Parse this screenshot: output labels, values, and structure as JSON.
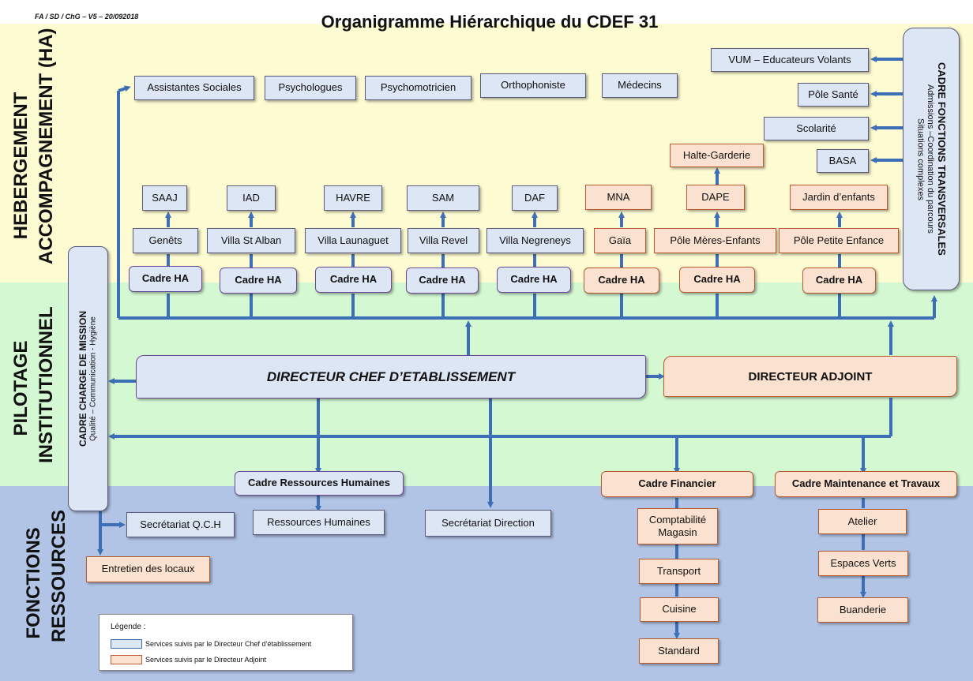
{
  "header": {
    "ref": "FA / SD / ChG – V5 – 20/092018",
    "title": "Organigramme Hiérarchique du CDEF 31"
  },
  "zones": {
    "ha_line1": "HEBERGEMENT",
    "ha_line2": "ACCOMPAGNEMENT (HA)",
    "pi_line1": "PILOTAGE",
    "pi_line2": "INSTITUTIONNEL",
    "fr_line1": "FONCTIONS",
    "fr_line2": "RESSOURCES"
  },
  "top_services": [
    "Assistantes Sociales",
    "Psychologues",
    "Psychomotricien",
    "Orthophoniste",
    "Médecins"
  ],
  "transversal": {
    "title": "CADRE FONCTIONS TRANSVERSALES",
    "sub1": "Admissions –Coordination du parcours",
    "sub2": "Situations complexes",
    "items": [
      "VUM – Educateurs Volants",
      "Pôle Santé",
      "Scolarité",
      "BASA"
    ]
  },
  "halte": "Halte-Garderie",
  "units": [
    {
      "top": "SAAJ",
      "mid": "Genêts",
      "cadre": "Cadre HA"
    },
    {
      "top": "IAD",
      "mid": "Villa St Alban",
      "cadre": "Cadre HA"
    },
    {
      "top": "HAVRE",
      "mid": "Villa Launaguet",
      "cadre": "Cadre HA"
    },
    {
      "top": "SAM",
      "mid": "Villa Revel",
      "cadre": "Cadre HA"
    },
    {
      "top": "DAF",
      "mid": "Villa Negreneys",
      "cadre": "Cadre HA"
    },
    {
      "top": "MNA",
      "mid": "Gaïa",
      "cadre": "Cadre HA"
    },
    {
      "top": "DAPE",
      "mid": "Pôle Mères-Enfants",
      "cadre": "Cadre HA"
    },
    {
      "top": "Jardin d’enfants",
      "mid": "Pôle Petite Enfance",
      "cadre": "Cadre HA"
    }
  ],
  "mission": {
    "title": "CADRE CHARGE DE MISSION",
    "sub": "Qualité – Communication - Hygiène"
  },
  "directeur": "DIRECTEUR CHEF D’ETABLISSEMENT",
  "adjoint": "DIRECTEUR ADJOINT",
  "rh": {
    "cadre": "Cadre Ressources Humaines",
    "service": "Ressources Humaines"
  },
  "secretariat_direction": "Secrétariat Direction",
  "secretariat_qch": "Secrétariat Q.C.H",
  "entretien": "Entretien des locaux",
  "financier": {
    "cadre": "Cadre Financier",
    "items": [
      "Comptabilité",
      "Magasin",
      "Transport",
      "Cuisine",
      "Standard"
    ]
  },
  "maintenance": {
    "cadre": "Cadre Maintenance et Travaux",
    "items": [
      "Atelier",
      "Espaces Verts",
      "Buanderie"
    ]
  },
  "legend": {
    "title": "Légende :",
    "blue": "Services suivis par le Directeur Chef d’établissement",
    "orange": "Services suivis par le Directeur Adjoint"
  },
  "colors": {
    "blue_fill": "#dce6f4",
    "orange_fill": "#fbe1cf",
    "arrow": "#3d6fb6"
  }
}
